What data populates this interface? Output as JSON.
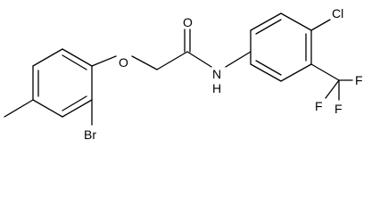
{
  "molecule": {
    "atoms": {
      "o_ether": "O",
      "o_carbonyl": "O",
      "amide_n": "N",
      "amide_h": "H",
      "chlorine": "Cl",
      "bromine": "Br",
      "f1": "F",
      "f2": "F",
      "f3": "F"
    }
  },
  "colors": {
    "ink": "#000000",
    "background": "#ffffff"
  }
}
